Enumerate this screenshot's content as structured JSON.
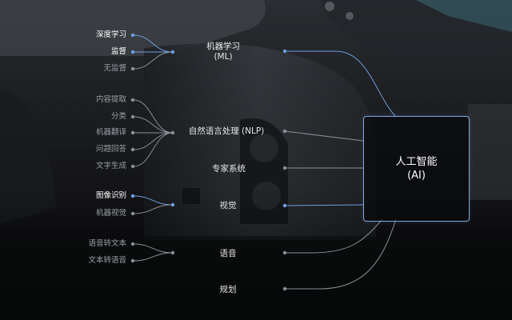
{
  "diagram": {
    "root": {
      "line1": "人工智能",
      "line2": "(AI)"
    },
    "branches": [
      {
        "id": "ml",
        "line1": "机器学习",
        "line2": "(ML)",
        "highlighted": true,
        "children": [
          {
            "label": "深度学习",
            "bright": true
          },
          {
            "label": "监督",
            "bright": true
          },
          {
            "label": "无监督",
            "bright": false
          }
        ]
      },
      {
        "id": "nlp",
        "line1": "自然语言处理 (NLP)",
        "line2": "",
        "highlighted": false,
        "children": [
          {
            "label": "内容提取",
            "bright": false
          },
          {
            "label": "分类",
            "bright": false
          },
          {
            "label": "机器翻译",
            "bright": false
          },
          {
            "label": "问题回答",
            "bright": false
          },
          {
            "label": "文字生成",
            "bright": false
          }
        ]
      },
      {
        "id": "expert",
        "line1": "专家系统",
        "line2": "",
        "highlighted": false,
        "children": []
      },
      {
        "id": "vision",
        "line1": "视觉",
        "line2": "",
        "highlighted": true,
        "children": [
          {
            "label": "图像识别",
            "bright": true
          },
          {
            "label": "机器视觉",
            "bright": false
          }
        ]
      },
      {
        "id": "speech",
        "line1": "语音",
        "line2": "",
        "highlighted": false,
        "children": [
          {
            "label": "语音转文本",
            "bright": false
          },
          {
            "label": "文本转语音",
            "bright": false
          }
        ]
      },
      {
        "id": "planning",
        "line1": "规划",
        "line2": "",
        "highlighted": false,
        "children": []
      }
    ]
  },
  "colors": {
    "highlight": "#6f9fe0",
    "muted": "#8a8f96",
    "root_border": "#7fa6d8"
  }
}
